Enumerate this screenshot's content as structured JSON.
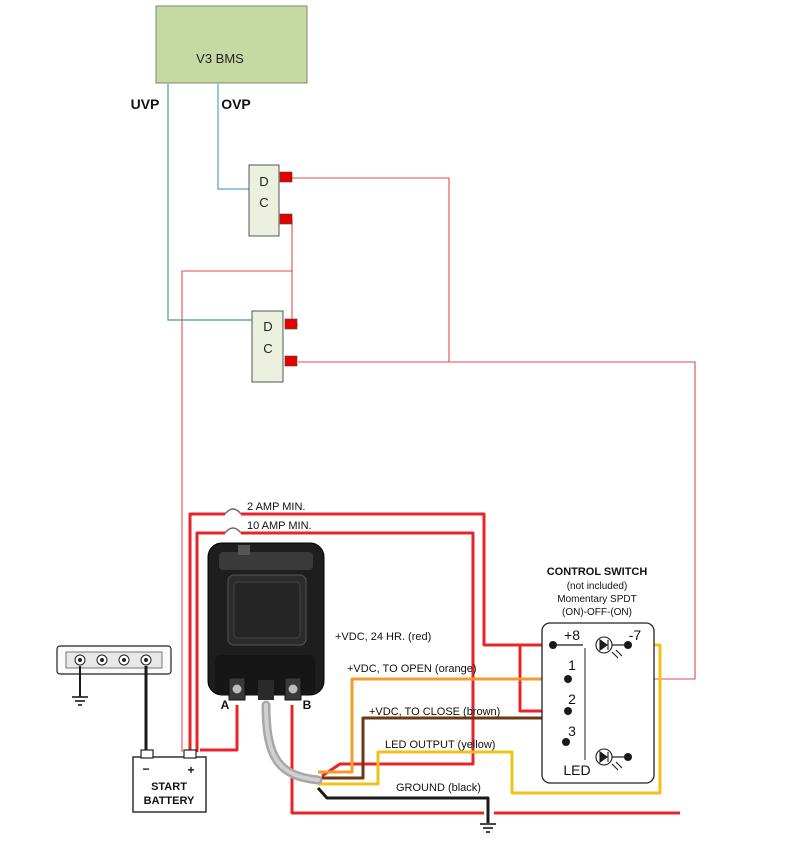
{
  "bms": {
    "label": "V3 BMS",
    "uvp": "UVP",
    "ovp": "OVP"
  },
  "relay_upper": {
    "line1": "D",
    "line2": "C"
  },
  "relay_lower": {
    "line1": "D",
    "line2": "C"
  },
  "fuses": {
    "fuse_2a": "2 AMP MIN.",
    "fuse_10a": "10 AMP MIN."
  },
  "battery": {
    "line1": "START",
    "line2": "BATTERY",
    "minus": "−",
    "plus": "+"
  },
  "terminals": {
    "a": "A",
    "b": "B"
  },
  "wires": {
    "red": "+VDC, 24 HR. (red)",
    "orange": "+VDC, TO OPEN (orange)",
    "brown": "+VDC, TO CLOSE (brown)",
    "yellow": "LED OUTPUT (yellow)",
    "black": "GROUND (black)"
  },
  "control_switch": {
    "title": "CONTROL SWITCH",
    "note": "(not included)",
    "type": "Momentary SPDT",
    "positions": "(ON)-OFF-(ON)",
    "pin_plus8": "+8",
    "pin_minus7": "-7",
    "pin_1": "1",
    "pin_2": "2",
    "pin_3": "3",
    "led": "LED"
  },
  "colors": {
    "red": "#e8232a",
    "thin_red": "#e24b4b",
    "orange": "#f39c2a",
    "brown": "#6b3a10",
    "yellow": "#f2c21b",
    "black": "#1a1a1a",
    "green_box": "#c5d9a3",
    "light_green_box": "#ebf1de",
    "cyan_wire": "#4aa8c8",
    "teal_wire": "#3aa58a"
  }
}
